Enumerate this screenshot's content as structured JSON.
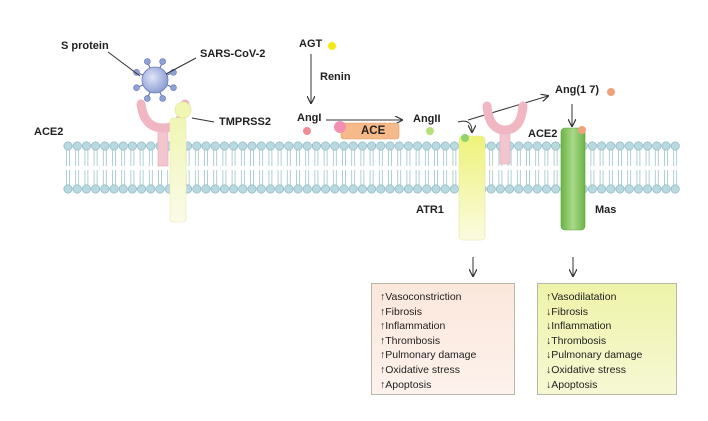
{
  "labels": {
    "s_protein": "S protein",
    "sars_cov_2": "SARS-CoV-2",
    "agt": "AGT",
    "renin": "Renin",
    "ace2_left": "ACE2",
    "tmprss2": "TMPRSS2",
    "ang_i": "AngI",
    "ace": "ACE",
    "ang_ii": "AngII",
    "ace2_right": "ACE2",
    "ang_1_7": "Ang(1 7)",
    "atr1": "ATR1",
    "mas": "Mas"
  },
  "effects_at1": [
    "↑Vasoconstriction",
    "↑Fibrosis",
    "↑Inflammation",
    "↑Thrombosis",
    "↑Pulmonary damage",
    "↑Oxidative stress",
    "↑Apoptosis"
  ],
  "effects_mas": [
    "↑Vasodilatation",
    "↓Fibrosis",
    "↓Inflammation",
    "↓Thrombosis",
    "↓Pulmonary damage",
    "↓Oxidative stress",
    "↓Apoptosis"
  ],
  "colors": {
    "membrane_head": "#b9d8e0",
    "membrane_tail": "#9ec3cc",
    "ace2_receptor": "#f2c6cf",
    "tmprss2": "#f4f7c8",
    "atr1": "#f5f3a6",
    "mas": "#8fc86a",
    "agt_dot": "#f4e81c",
    "angi_dot": "#ef8e94",
    "angii_dot": "#b6e07a",
    "ang17_dot": "#f0a27a",
    "ace_enzyme": "#f6b98a",
    "virus": "#8fa0d6",
    "box_at1": "#fbe7dc",
    "box_mas": "#eef3a8"
  }
}
